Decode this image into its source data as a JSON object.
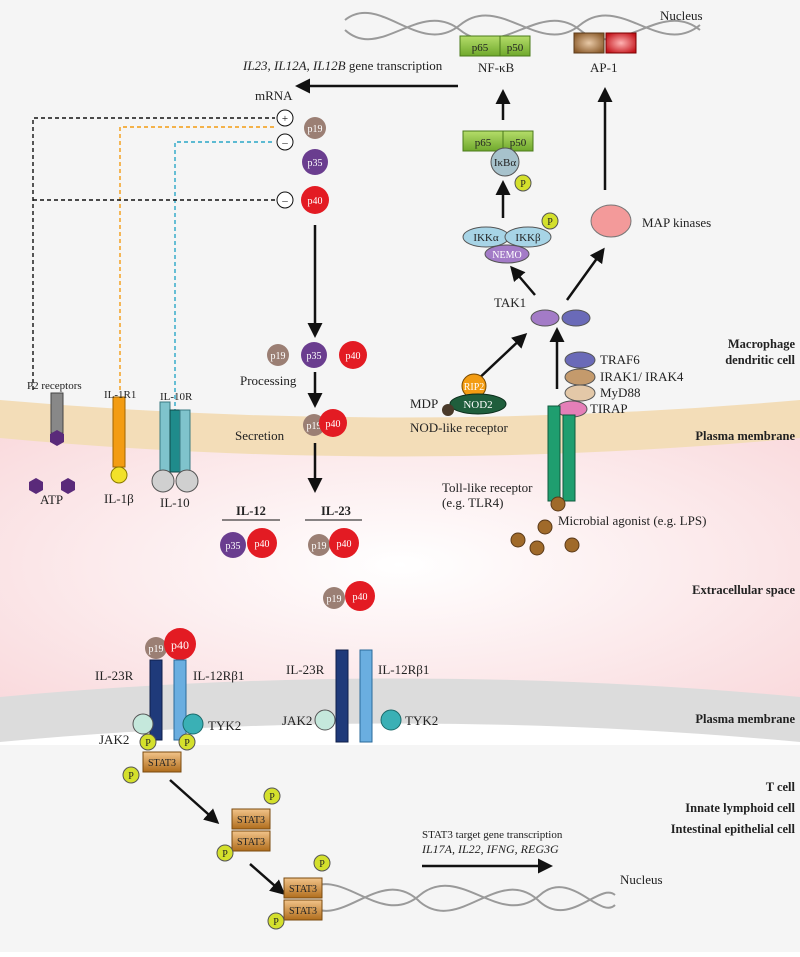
{
  "regions": {
    "macrophage": "Macrophage\ndendritic cell",
    "plasma_membrane_1": "Plasma membrane",
    "extracellular": "Extracellular space",
    "plasma_membrane_2": "Plasma membrane",
    "tcell_1": "T cell",
    "tcell_2": "Innate lymphoid cell",
    "tcell_3": "Intestinal epithelial cell"
  },
  "nucleus_top": "Nucleus",
  "nucleus_bottom": "Nucleus",
  "transcription_genes": "IL23, IL12A, IL12B",
  "transcription_suffix": " gene transcription",
  "mrna": "mRNA",
  "nfkb": "NF-κB",
  "ap1": "AP-1",
  "p65": "p65",
  "p50": "p50",
  "ikba": "IκBα",
  "p": "P",
  "ikka": "IKKα",
  "ikkb": "IKKβ",
  "nemo": "NEMO",
  "map_kinases": "MAP kinases",
  "tak1": "TAK1",
  "traf6": "TRAF6",
  "irak": "IRAK1/ IRAK4",
  "myd88": "MyD88",
  "tirap": "TIRAP",
  "rip2": "RIP2",
  "nod2": "NOD2",
  "mdp": "MDP",
  "nod_receptor": "NOD-like receptor",
  "tlr": "Toll-like receptor",
  "tlr_eg": "(e.g. TLR4)",
  "microbial": "Microbial agonist (e.g. LPS)",
  "p2": "P2 receptors",
  "atp": "ATP",
  "il1r1": "IL-1R1",
  "il1b": "IL-1β",
  "il10r": "IL-10R",
  "il10": "IL-10",
  "plus": "+",
  "minus": "–",
  "p19": "p19",
  "p35": "p35",
  "p40": "p40",
  "processing": "Processing",
  "secretion": "Secretion",
  "il12": "IL-12",
  "il23": "IL-23",
  "il23r": "IL-23R",
  "il12rb1": "IL-12Rβ1",
  "jak2": "JAK2",
  "tyk2": "TYK2",
  "stat3": "STAT3",
  "stat3_target": "STAT3 target gene transcription",
  "stat3_genes": "IL17A, IL22, IFNG, REG3G",
  "colors": {
    "p19": "#9b7f74",
    "p35": "#6a3d8f",
    "p40": "#e31b23",
    "nfkb_green": "#8cc63f",
    "plasma_membrane_1": "#f3ddb8",
    "plasma_membrane_2": "#d9d9d9",
    "stat3": "#d28a32",
    "phospho": "#d4e02c"
  }
}
